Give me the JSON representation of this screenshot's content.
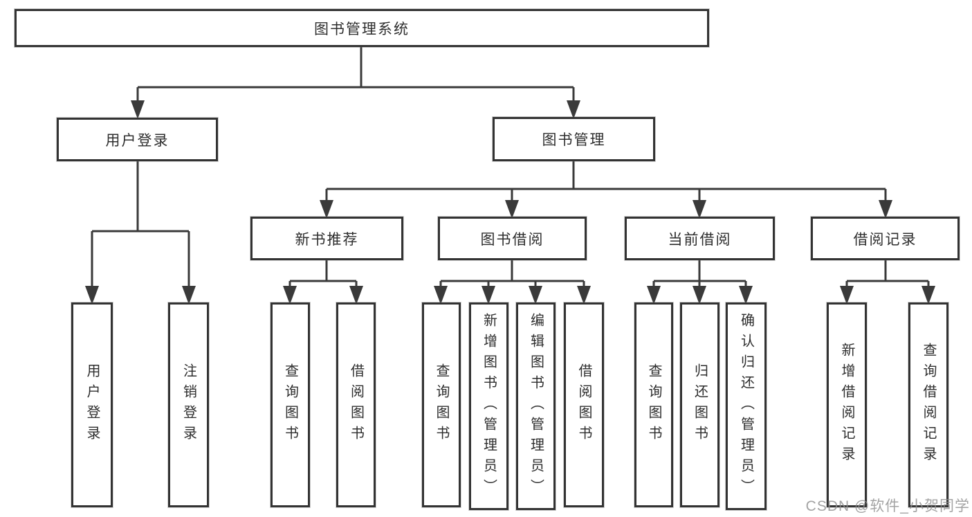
{
  "diagram": {
    "root_label": "图书管理系统",
    "level2": [
      {
        "label": "用户登录"
      },
      {
        "label": "图书管理"
      }
    ],
    "level3": [
      {
        "label": "新书推荐"
      },
      {
        "label": "图书借阅"
      },
      {
        "label": "当前借阅"
      },
      {
        "label": "借阅记录"
      }
    ],
    "leaves": {
      "user_login": [
        "用户登录",
        "注销登录"
      ],
      "new_books": [
        "查询图书",
        "借阅图书"
      ],
      "book_borrow": [
        "查询图书",
        "新增图书（管理员）",
        "编辑图书（管理员）",
        "借阅图书"
      ],
      "current_borrow": [
        "查询图书",
        "归还图书",
        "确认归还（管理员）"
      ],
      "borrow_records": [
        "新增借阅记录",
        "查询借阅记录"
      ]
    }
  },
  "watermark": {
    "text": "CSDN @软件_小贺同学"
  },
  "colors": {
    "line": "#3a3a3a",
    "border": "#333333",
    "text": "#2d2d2d",
    "watermark": "#8f8f8f",
    "background": "#ffffff"
  }
}
